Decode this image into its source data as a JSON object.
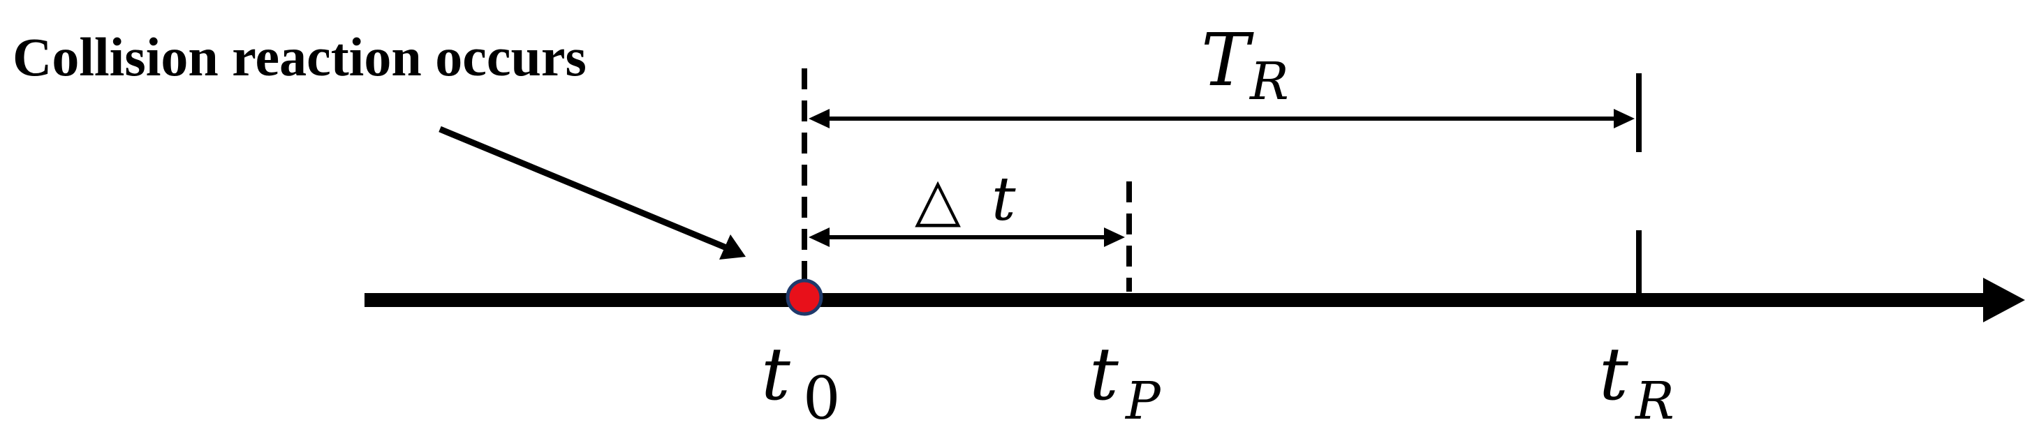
{
  "annotation": {
    "event_label": "Collision reaction occurs"
  },
  "timeline": {
    "axis_color": "#000000",
    "event_marker_color": "#e8101a",
    "event_marker_stroke": "#1f3a6b"
  },
  "ticks": {
    "t0": {
      "base": "t",
      "sub": "0"
    },
    "tP": {
      "base": "t",
      "sub": "P"
    },
    "tR": {
      "base": "t",
      "sub": "R"
    }
  },
  "intervals": {
    "delta_t": {
      "symbol": "△",
      "var": "t"
    },
    "T_R": {
      "base": "T",
      "sub": "R"
    }
  }
}
